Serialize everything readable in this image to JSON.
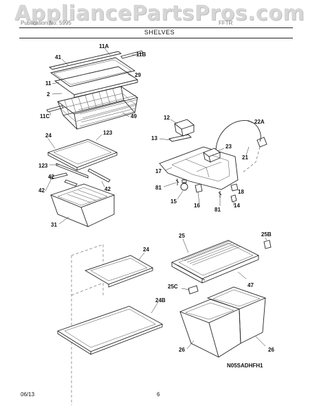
{
  "watermark": "AppliancePartsPros.com",
  "header": {
    "left": "Publication No: 5995",
    "right": "FFTR"
  },
  "title": "SHELVES",
  "diagram_code": "N05SADHFH1",
  "footer": {
    "date": "06/13",
    "page": "6"
  },
  "callouts": {
    "c41": "41",
    "c11a": "11A",
    "c11b": "11B",
    "c29": "29",
    "c11": "11",
    "c2": "2",
    "c11c": "11C",
    "c49": "49",
    "c123a": "123",
    "c24a": "24",
    "c123b": "123",
    "c42a": "42",
    "c42b": "42",
    "c31": "31",
    "c12": "12",
    "c22a": "22A",
    "c13": "13",
    "c23": "23",
    "c21": "21",
    "c17": "17",
    "c81a": "81",
    "c18": "18",
    "c15": "15",
    "c16": "16",
    "c81b": "81",
    "c14": "14",
    "c24b": "24",
    "c24c": "24B",
    "c25": "25",
    "c25b": "25B",
    "c47": "47",
    "c25c": "25C",
    "c26a": "26",
    "c26b": "26"
  }
}
